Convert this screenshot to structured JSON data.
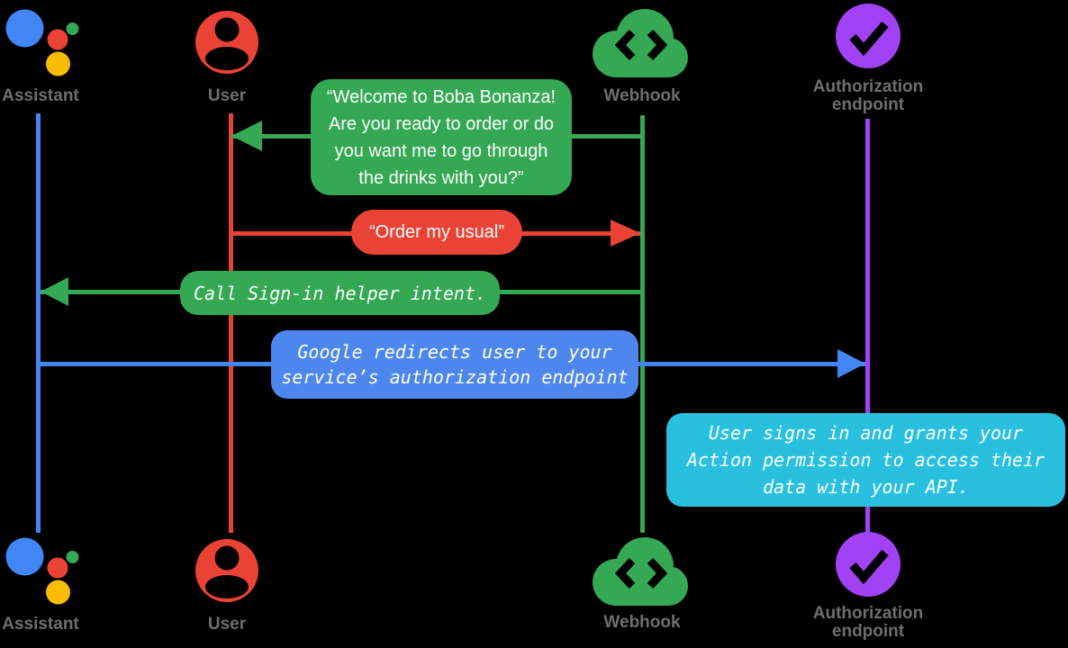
{
  "diagram": {
    "title": "Google Assistant account-linking sign-in sequence",
    "background_color": "#000000",
    "label_color": "#6E6E6E",
    "colors": {
      "blue": "#4285F4",
      "red": "#EA4335",
      "green": "#34A853",
      "yellow": "#FBBC04",
      "purple": "#A142F4",
      "cyan": "#29C0E0",
      "blue_box": "#4D87EE"
    },
    "actors": [
      {
        "id": "assistant",
        "label": "Assistant",
        "icon": "google-assistant-logo-icon",
        "lifeline_color": "#4285F4"
      },
      {
        "id": "user",
        "label": "User",
        "icon": "person-icon",
        "lifeline_color": "#EA4335"
      },
      {
        "id": "webhook",
        "label": "Webhook",
        "icon": "cloud-code-icon",
        "lifeline_color": "#34A853"
      },
      {
        "id": "auth",
        "label": "Authorization\nendpoint",
        "icon": "checkmark-circle-icon",
        "lifeline_color": "#A142F4"
      }
    ],
    "messages": [
      {
        "from": "webhook",
        "to": "user",
        "style": "speech",
        "color": "#34A853",
        "text": "“Welcome to Boba Bonanza!\nAre you ready to order or do\nyou want me to go through\nthe drinks with you?”"
      },
      {
        "from": "user",
        "to": "webhook",
        "style": "speech",
        "color": "#EA4335",
        "text": "“Order my usual”"
      },
      {
        "from": "webhook",
        "to": "assistant",
        "style": "code",
        "color": "#34A853",
        "text": "Call Sign-in helper intent."
      },
      {
        "from": "assistant",
        "to": "auth",
        "style": "code",
        "color": "#4D87EE",
        "text": "Google redirects user to your\nservice’s authorization endpoint"
      },
      {
        "at": "auth",
        "style": "code",
        "color": "#29C0E0",
        "text": "User signs in and grants your\nAction permission to access their\ndata with your API."
      }
    ]
  }
}
